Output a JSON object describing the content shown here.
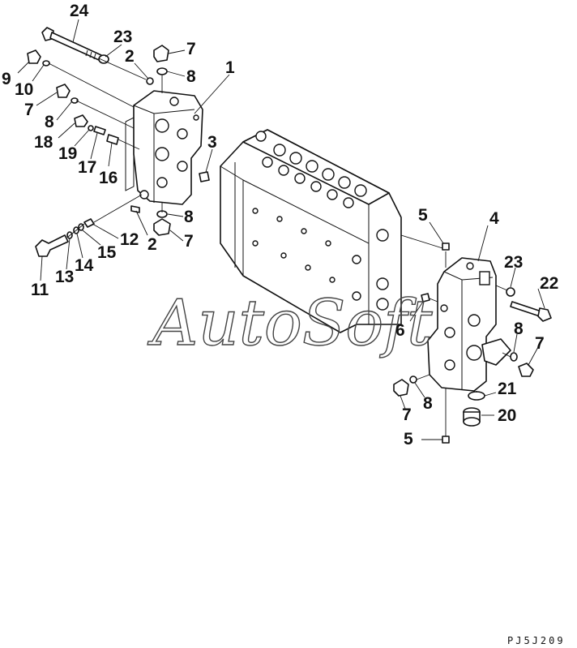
{
  "diagram": {
    "watermark": "AutoSoft",
    "drawing_code": "PJ5J209",
    "callouts": [
      {
        "id": "c24a",
        "label": "24"
      },
      {
        "id": "c23a",
        "label": "23"
      },
      {
        "id": "c2a",
        "label": "2"
      },
      {
        "id": "c7a",
        "label": "7"
      },
      {
        "id": "c8a",
        "label": "8"
      },
      {
        "id": "c1",
        "label": "1"
      },
      {
        "id": "c9",
        "label": "9"
      },
      {
        "id": "c10",
        "label": "10"
      },
      {
        "id": "c7b",
        "label": "7"
      },
      {
        "id": "c8b",
        "label": "8"
      },
      {
        "id": "c18",
        "label": "18"
      },
      {
        "id": "c19",
        "label": "19"
      },
      {
        "id": "c17",
        "label": "17"
      },
      {
        "id": "c16",
        "label": "16"
      },
      {
        "id": "c3",
        "label": "3"
      },
      {
        "id": "c8c",
        "label": "8"
      },
      {
        "id": "c7c",
        "label": "7"
      },
      {
        "id": "c2b",
        "label": "2"
      },
      {
        "id": "c12",
        "label": "12"
      },
      {
        "id": "c15",
        "label": "15"
      },
      {
        "id": "c14",
        "label": "14"
      },
      {
        "id": "c13",
        "label": "13"
      },
      {
        "id": "c11",
        "label": "11"
      },
      {
        "id": "c5a",
        "label": "5"
      },
      {
        "id": "c4",
        "label": "4"
      },
      {
        "id": "c23b",
        "label": "23"
      },
      {
        "id": "c22",
        "label": "22"
      },
      {
        "id": "c6",
        "label": "6"
      },
      {
        "id": "c8d",
        "label": "8"
      },
      {
        "id": "c7d",
        "label": "7"
      },
      {
        "id": "c21",
        "label": "21"
      },
      {
        "id": "c20",
        "label": "20"
      },
      {
        "id": "c8e",
        "label": "8"
      },
      {
        "id": "c7e",
        "label": "7"
      },
      {
        "id": "c5b",
        "label": "5"
      }
    ]
  }
}
